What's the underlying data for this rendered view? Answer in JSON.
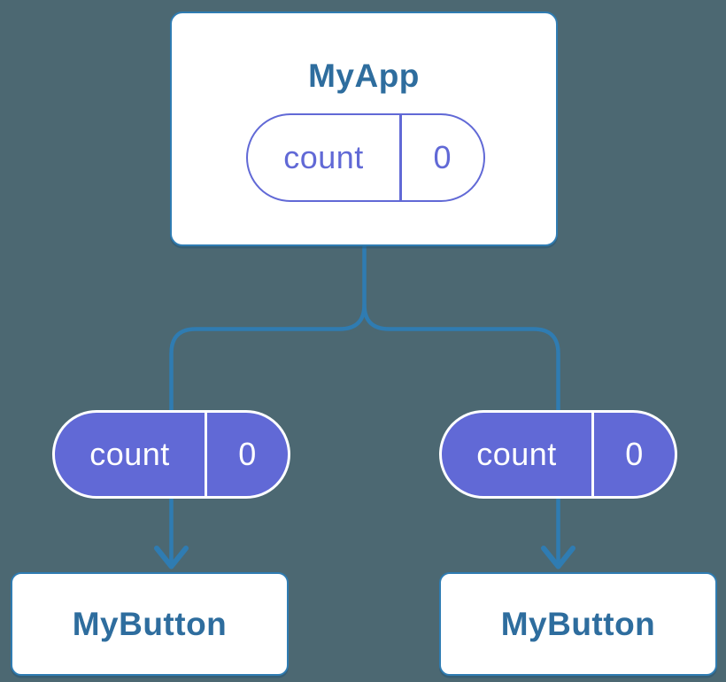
{
  "diagram": {
    "root": {
      "title": "MyApp",
      "pill": {
        "label": "count",
        "value": "0"
      }
    },
    "children": [
      {
        "title": "MyButton",
        "pill": {
          "label": "count",
          "value": "0"
        }
      },
      {
        "title": "MyButton",
        "pill": {
          "label": "count",
          "value": "0"
        }
      }
    ],
    "colors": {
      "background": "#4C6872",
      "connector": "#2F7CB2",
      "card-border": "#2F7CB2",
      "card-bg": "#FFFFFF",
      "title-text": "#2E6D9E",
      "purple": "#6169D6",
      "pill-filled-text": "#FFFFFF"
    }
  }
}
